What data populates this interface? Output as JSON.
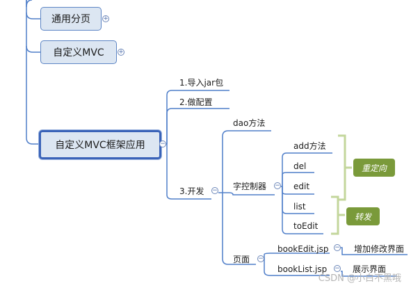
{
  "nodes": {
    "common_pagination": "通用分页",
    "custom_mvc": "自定义MVC",
    "custom_mvc_framework_app": "自定义MVC框架应用"
  },
  "branches": {
    "import_jar": "1.导入jar包",
    "configure": "2.做配置",
    "develop": "3.开发"
  },
  "develop": {
    "dao_method": "dao方法",
    "sub_controller": "字控制器",
    "page": "页面"
  },
  "controller_methods": [
    "add方法",
    "del",
    "edit",
    "list",
    "toEdit"
  ],
  "pages": [
    {
      "file": "bookEdit.jsp",
      "desc": "增加修改界面"
    },
    {
      "file": "bookList.jsp",
      "desc": "展示界面"
    }
  ],
  "badges": {
    "redirect": "重定向",
    "forward": "转发"
  },
  "toggle_symbols": {
    "expand": "+",
    "collapse": "−"
  },
  "colors": {
    "line": "#4f7ec9",
    "node_fill": "#dce6f2",
    "bracket": "#c3d69b",
    "badge": "#7a9a3a"
  },
  "watermark": "CSDN @小白不黑哦"
}
